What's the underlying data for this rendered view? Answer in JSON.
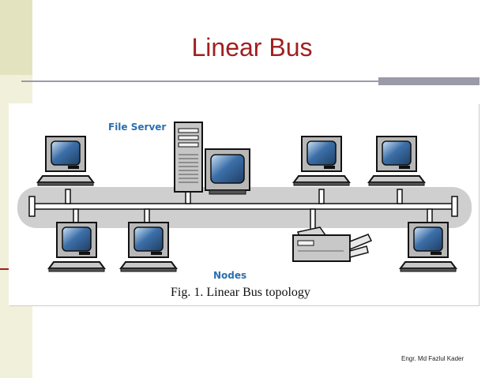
{
  "slide": {
    "title": "Linear Bus",
    "footer": "Engr. Md Fazlul Kader"
  },
  "figure": {
    "file_server_label": "File Server",
    "nodes_label": "Nodes",
    "caption": "Fig. 1. Linear Bus topology"
  },
  "colors": {
    "title": "#a02020",
    "bus_band": "#cfcfcf",
    "screen": "#3c6fa8",
    "label_blue": "#2a6fb0"
  }
}
